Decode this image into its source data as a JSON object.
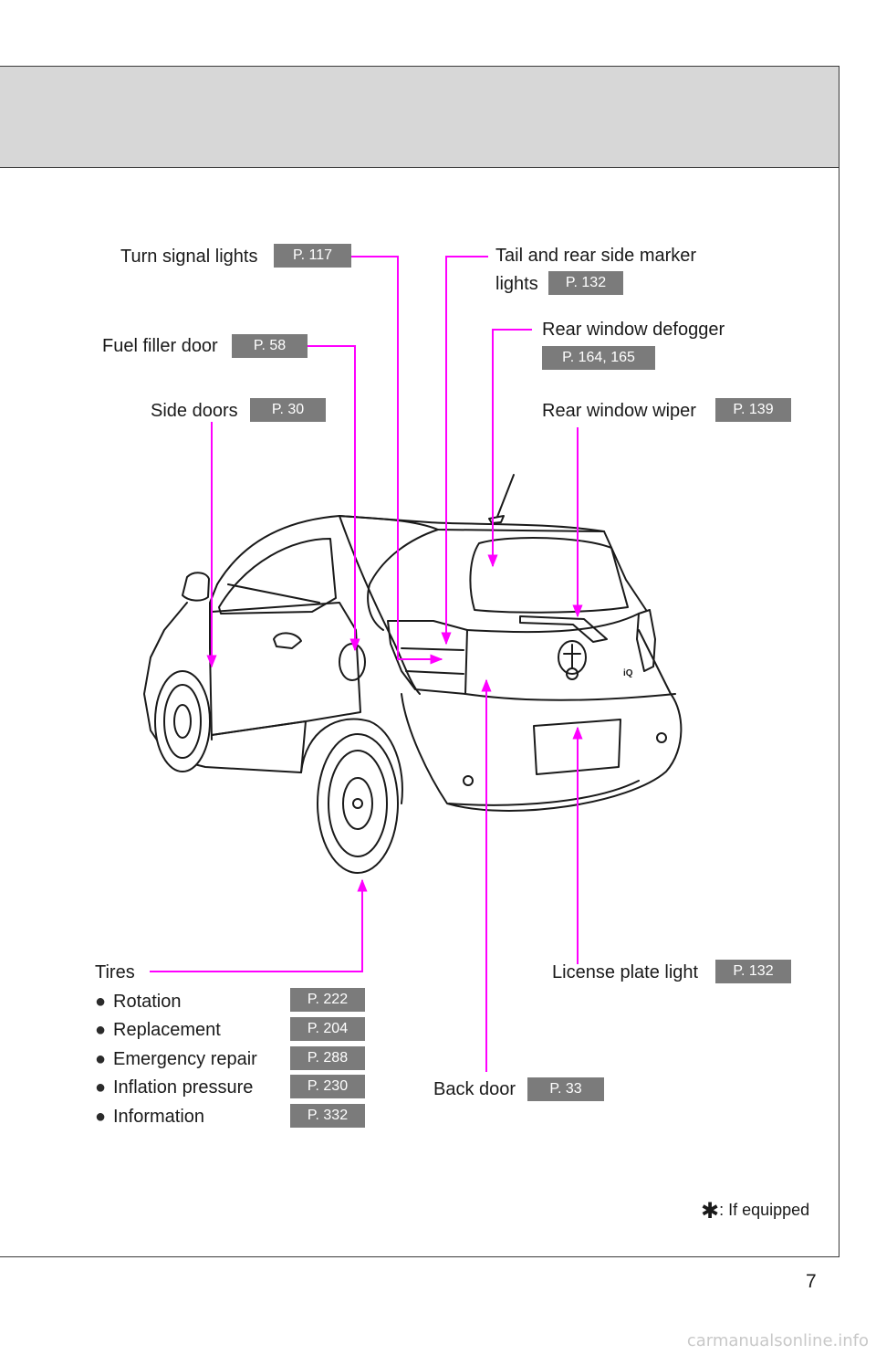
{
  "labels": {
    "turn_signal": {
      "text": "Turn signal lights",
      "page": "P. 117"
    },
    "fuel_filler": {
      "text": "Fuel filler door",
      "page": "P. 58"
    },
    "side_doors": {
      "text": "Side doors",
      "page": "P. 30"
    },
    "tail_lights": {
      "line1": "Tail and rear side marker",
      "line2": "lights",
      "page": "P. 132"
    },
    "defogger": {
      "text": "Rear window defogger",
      "page": "P. 164, 165"
    },
    "rear_wiper": {
      "text": "Rear window wiper",
      "page": "P. 139"
    },
    "license_plate": {
      "text": "License plate light",
      "page": "P. 132"
    },
    "back_door": {
      "text": "Back door",
      "page": "P. 33"
    },
    "tires": {
      "title": "Tires",
      "bullet": "●",
      "items": [
        {
          "text": "Rotation",
          "page": "P. 222"
        },
        {
          "text": "Replacement",
          "page": "P. 204"
        },
        {
          "text": "Emergency repair",
          "page": "P. 288"
        },
        {
          "text": "Inflation pressure",
          "page": "P. 230"
        },
        {
          "text": "Information",
          "page": "P. 332"
        }
      ]
    }
  },
  "footnote": {
    "symbol": "✱",
    "text": ": If equipped"
  },
  "page_number": "7",
  "watermark": "carmanualsonline.info",
  "colors": {
    "callout": "#ff00ff",
    "page_badge": "#7b7b7b",
    "header_band": "#d7d7d7"
  },
  "illustration": {
    "badge_text": "iQ"
  }
}
